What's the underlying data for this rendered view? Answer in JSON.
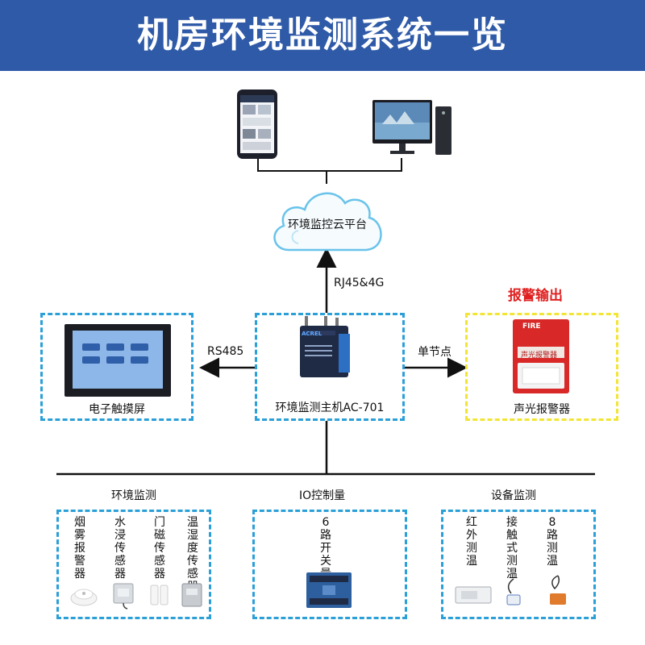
{
  "title": "机房环境监测系统一览",
  "cloud_label": "环境监控云平台",
  "link_labels": {
    "uplink": "RJ45&4G",
    "rs485": "RS485",
    "relay": "单节点"
  },
  "alarm_header": "报警输出",
  "nodes": {
    "touchscreen": "电子触摸屏",
    "host": "环境监测主机AC-701",
    "alarm": "声光报警器"
  },
  "host_brand": "ACREL",
  "alarm_device": {
    "top_text": "FIRE",
    "plate_text": "声光报警器"
  },
  "groups": {
    "env": "环境监测",
    "io": "IO控制量",
    "equip": "设备监测"
  },
  "sensors": {
    "env": [
      "烟雾报警器",
      "水浸传感器",
      "门磁传感器",
      "温湿度传感器"
    ],
    "io": [
      "6路开关量"
    ],
    "equip": [
      "红外测温",
      "接触式测温",
      "8路测温"
    ]
  },
  "colors": {
    "banner": "#2f5aa8",
    "blue_border": "#2a9fd8",
    "yellow_border": "#f2e533",
    "alarm_text": "#e02020"
  }
}
